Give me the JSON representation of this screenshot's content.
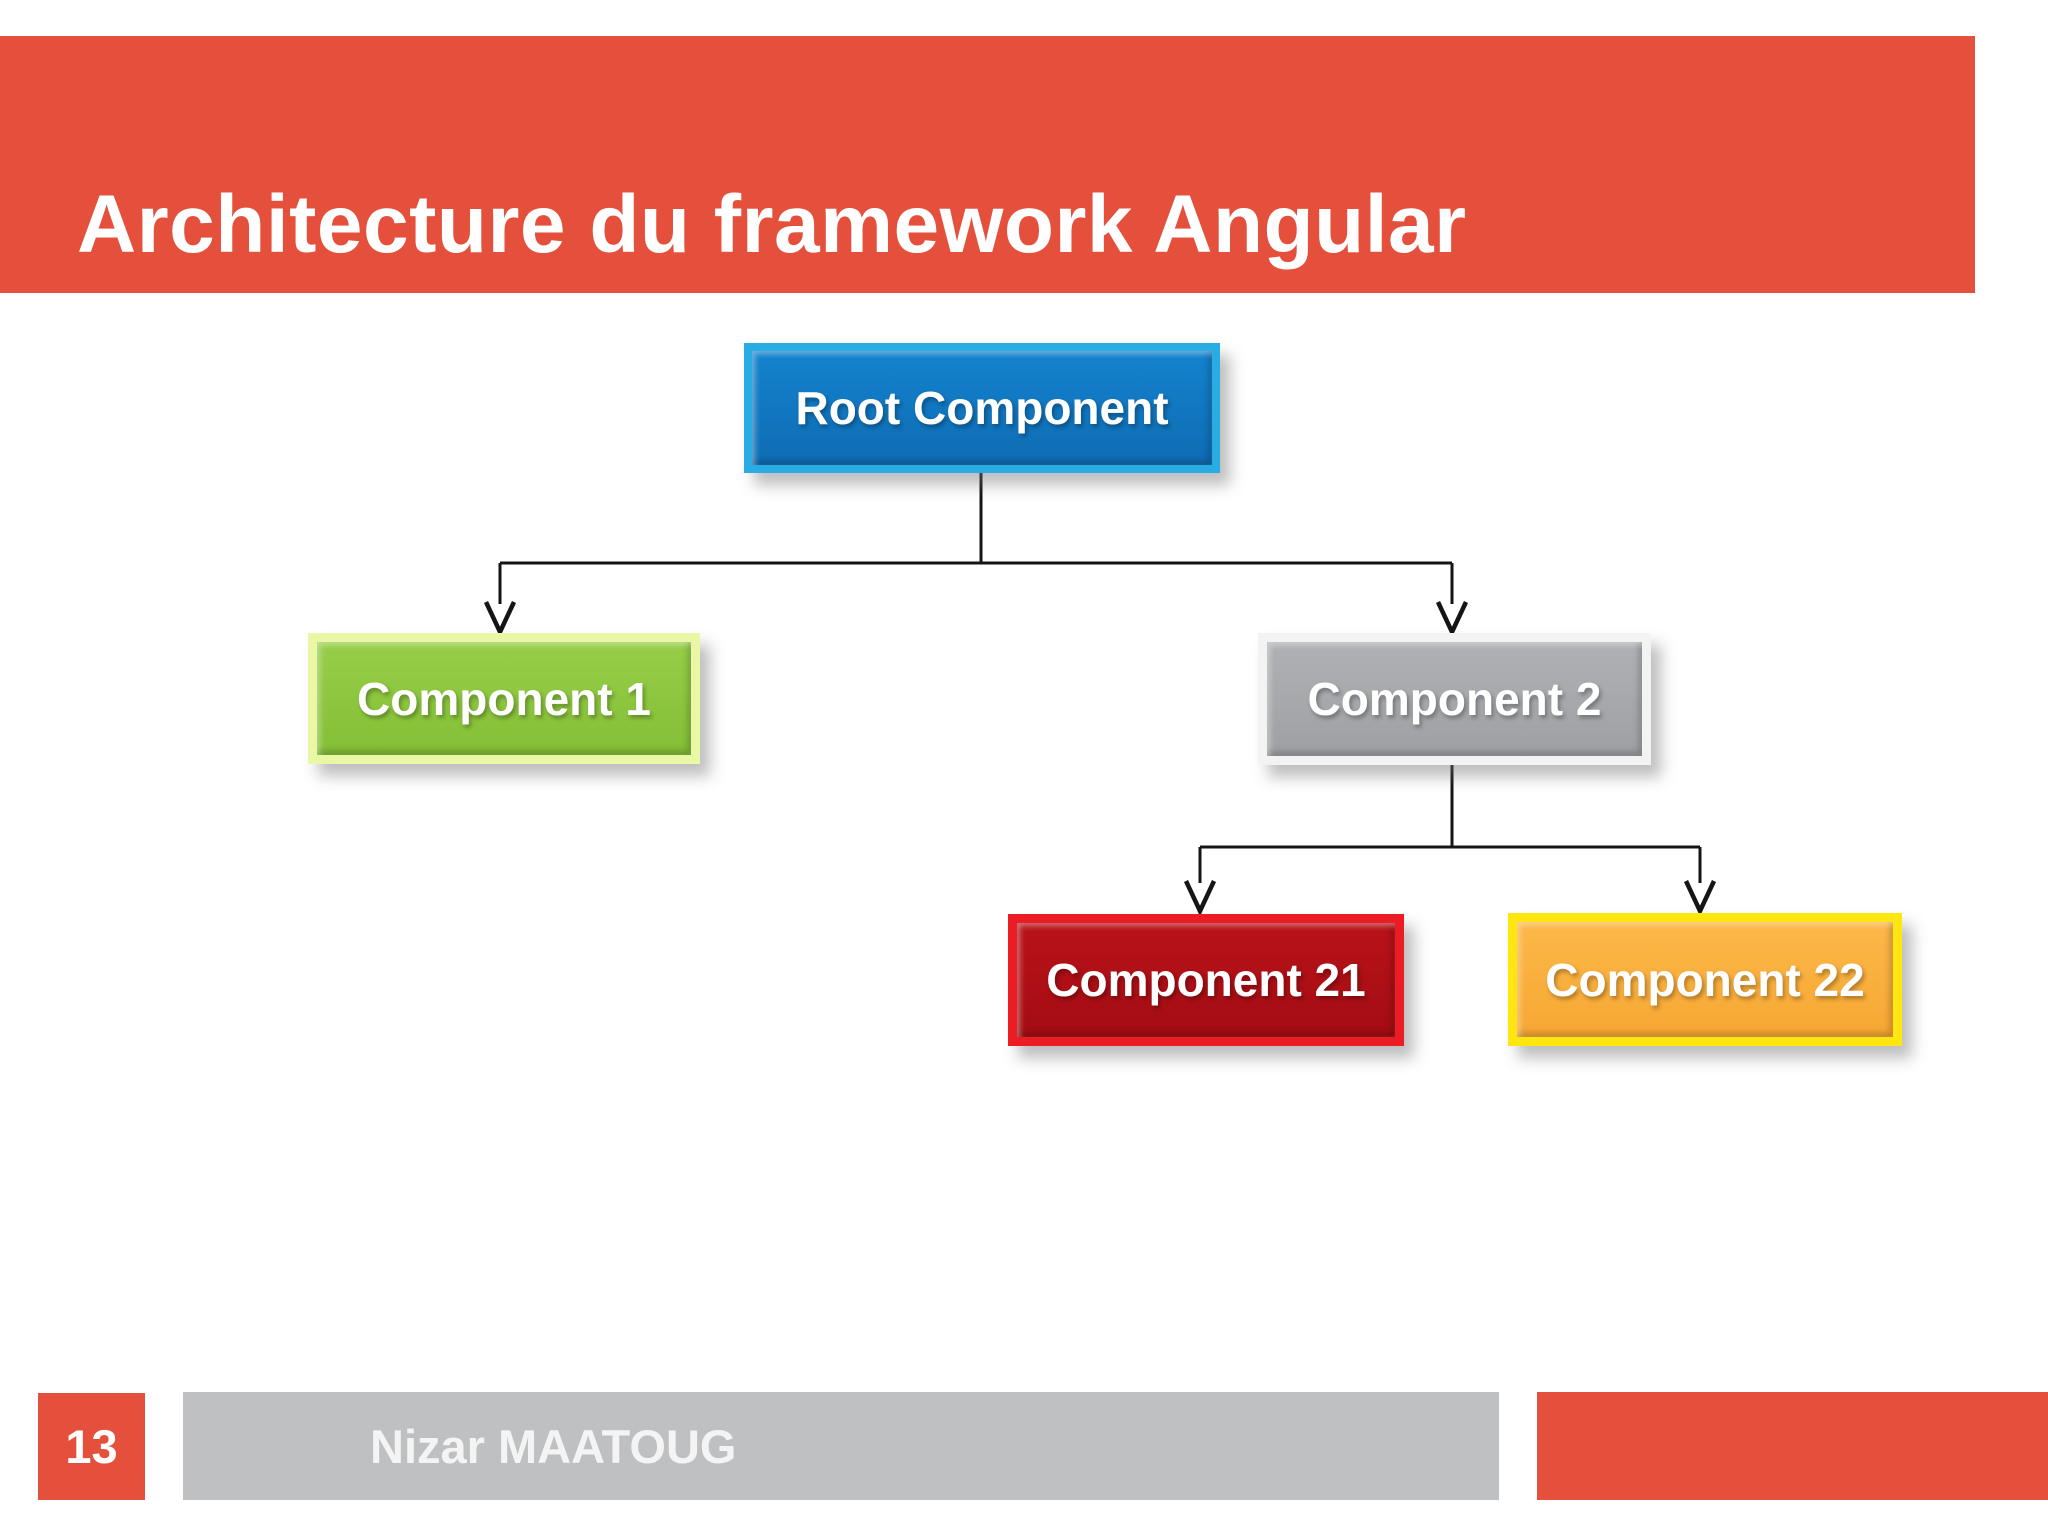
{
  "slide": {
    "title": "Architecture du framework Angular",
    "page_number": "13",
    "author": "Nizar MAATOUG"
  },
  "diagram": {
    "type": "tree",
    "nodes": [
      {
        "id": "root",
        "label": "Root Component",
        "fill": "#1074BF",
        "border": "#29ACE3"
      },
      {
        "id": "component1",
        "label": "Component 1",
        "fill": "#8DC63F",
        "border": "#EAF7A4"
      },
      {
        "id": "component2",
        "label": "Component 2",
        "fill": "#A8AAAD",
        "border": "#F3F3F4"
      },
      {
        "id": "component21",
        "label": "Component 21",
        "fill": "#AE1016",
        "border": "#EC1C24"
      },
      {
        "id": "component22",
        "label": "Component 22",
        "fill": "#FBB041",
        "border": "#FFE60F"
      }
    ],
    "edges": [
      {
        "from": "root",
        "to": "component1"
      },
      {
        "from": "root",
        "to": "component2"
      },
      {
        "from": "component2",
        "to": "component21"
      },
      {
        "from": "component2",
        "to": "component22"
      }
    ]
  },
  "colors": {
    "accent_red": "#E5503C",
    "footer_gray": "#BEC0C2",
    "connector_black": "#151515",
    "text_white": "#FFFFFF"
  }
}
